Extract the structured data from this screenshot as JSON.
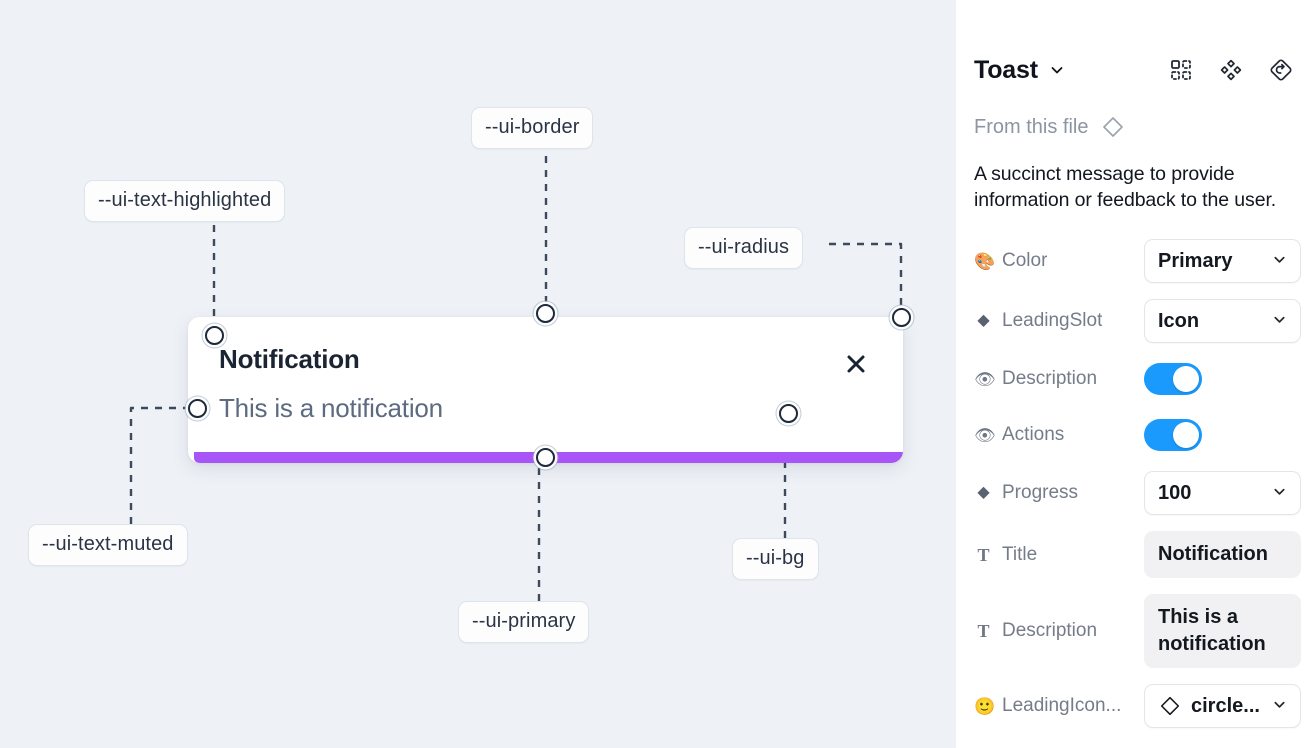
{
  "canvas": {
    "background_color": "#eef2f7",
    "tokens": [
      {
        "name": "ui-text-highlighted",
        "label": "--ui-text-highlighted"
      },
      {
        "name": "ui-border",
        "label": "--ui-border"
      },
      {
        "name": "ui-radius",
        "label": "--ui-radius"
      },
      {
        "name": "ui-text-muted",
        "label": "--ui-text-muted"
      },
      {
        "name": "ui-primary",
        "label": "--ui-primary"
      },
      {
        "name": "ui-bg",
        "label": "--ui-bg"
      }
    ],
    "toast": {
      "title": "Notification",
      "description": "This is a notification",
      "close_icon": "close-icon",
      "progress_color": "#a855f7",
      "background_color": "#ffffff"
    }
  },
  "panel": {
    "title": "Toast",
    "title_caret": "chevron-down-icon",
    "actions": [
      {
        "name": "component-instance-icon",
        "icon": "grid-dotted-icon"
      },
      {
        "name": "component-icon",
        "icon": "four-diamonds-icon"
      },
      {
        "name": "reset-icon",
        "icon": "reset-diamond-icon"
      }
    ],
    "from_file_label": "From this file",
    "from_file_icon": "diamond-icon",
    "description": "A succinct message to provide information or feedback to the user.",
    "properties": [
      {
        "icon": "🎨",
        "icon_name": "palette-icon",
        "label": "Color",
        "control": "select",
        "value": "Primary"
      },
      {
        "icon": "◆",
        "icon_name": "diamond-icon",
        "label": "LeadingSlot",
        "control": "select",
        "value": "Icon"
      },
      {
        "icon": "👁",
        "icon_name": "eye-icon",
        "label": "Description",
        "control": "toggle",
        "value": "on"
      },
      {
        "icon": "👁",
        "icon_name": "eye-icon",
        "label": "Actions",
        "control": "toggle",
        "value": "on"
      },
      {
        "icon": "◆",
        "icon_name": "diamond-icon",
        "label": "Progress",
        "control": "select",
        "value": "100"
      },
      {
        "icon": "T",
        "icon_name": "text-icon",
        "label": "Title",
        "control": "field",
        "value": "Notification"
      },
      {
        "icon": "T",
        "icon_name": "text-icon",
        "label": "Description",
        "control": "field",
        "value": "This is a notification"
      },
      {
        "icon": "🙂",
        "icon_name": "smiley-icon",
        "label": "LeadingIcon...",
        "control": "select-icon",
        "value": "circle..."
      }
    ],
    "accent_color": "#1a9afc"
  }
}
